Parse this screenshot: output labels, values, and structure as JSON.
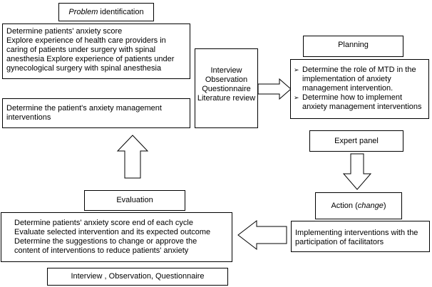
{
  "problem": {
    "title_emph": "Problem",
    "title_rest": " identification",
    "lines": [
      "Determine patients' anxiety score",
      "Explore experience of health care providers in",
      "caring of patients under surgery with spinal",
      "anesthesia Explore experience of patients under",
      "gynecological surgery with spinal anesthesia"
    ]
  },
  "management": {
    "lines": [
      "Determine the  patient's anxiety management",
      "interventions"
    ]
  },
  "methods_center": {
    "lines": [
      "Interview",
      "Observation",
      "Questionnaire",
      "Literature review"
    ]
  },
  "planning": {
    "title": "Planning",
    "items": [
      {
        "mark": "➢",
        "lines": [
          "Determine the role of MTD in the",
          "implementation of anxiety",
          "management intervention."
        ]
      },
      {
        "mark": "➢",
        "lines": [
          "Determine how to implement",
          "anxiety management interventions"
        ]
      }
    ]
  },
  "expert_panel": {
    "label": "Expert panel"
  },
  "action": {
    "label_rest": "Action (",
    "label_emph": "change",
    "label_close": ")"
  },
  "implementing": {
    "lines": [
      "Implementing interventions with the",
      "participation of facilitators"
    ]
  },
  "evaluation": {
    "title": "Evaluation",
    "lines": [
      "Determine patients' anxiety score end of each cycle",
      "Evaluate selected intervention and its expected outcome",
      "Determine the suggestions to change or approve the",
      "content of interventions to reduce patients' anxiety"
    ]
  },
  "methods_bottom": {
    "label": "Interview , Observation, Questionnaire"
  }
}
